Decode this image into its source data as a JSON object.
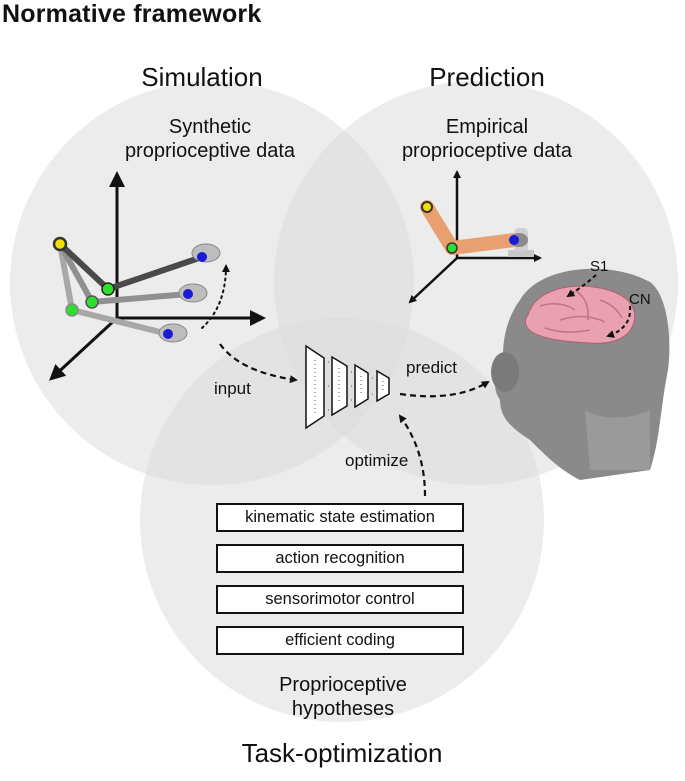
{
  "title": "Normative framework",
  "simulation": {
    "heading": "Simulation",
    "subheading": "Synthetic proprioceptive data"
  },
  "prediction": {
    "heading": "Prediction",
    "subheading": "Empirical proprioceptive data",
    "brain_labels": {
      "s1": "S1",
      "cn": "CN"
    }
  },
  "task_optimization": {
    "heading": "Task-optimization",
    "subheading": "Proprioceptive hypotheses",
    "hypotheses": [
      "kinematic state estimation",
      "action recognition",
      "sensorimotor control",
      "efficient coding"
    ]
  },
  "arrows": {
    "input": "input",
    "predict": "predict",
    "optimize": "optimize"
  },
  "colors": {
    "circle_fill": "#e4e4e4",
    "marker_yellow": "#f2e000",
    "marker_green": "#2ee02e",
    "marker_blue": "#1a1ad6",
    "arm_peach": "#e8a070",
    "brain_pink": "#e9a0b0",
    "monkey_gray": "#8a8a8a"
  },
  "icons": [
    "network-icon",
    "monkey-head-icon",
    "hand-icon",
    "axes-icon"
  ]
}
